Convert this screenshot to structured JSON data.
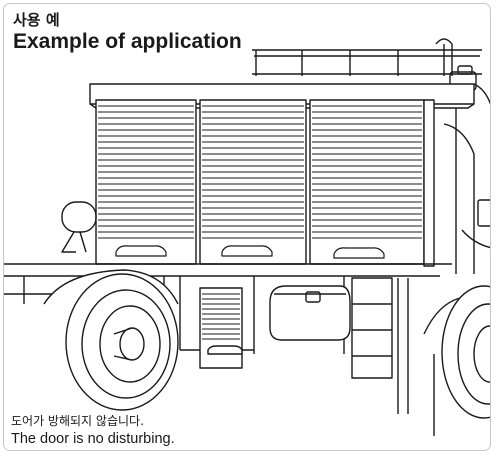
{
  "heading": {
    "title_ko": "사용 예",
    "title_en": "Example of application"
  },
  "caption": {
    "text_ko": "도어가 방해되지 않습니다.",
    "text_en": "The door is no disturbing."
  },
  "colors": {
    "line": "#1a1a1a",
    "border": "#c8c8c8",
    "background": "#ffffff"
  }
}
